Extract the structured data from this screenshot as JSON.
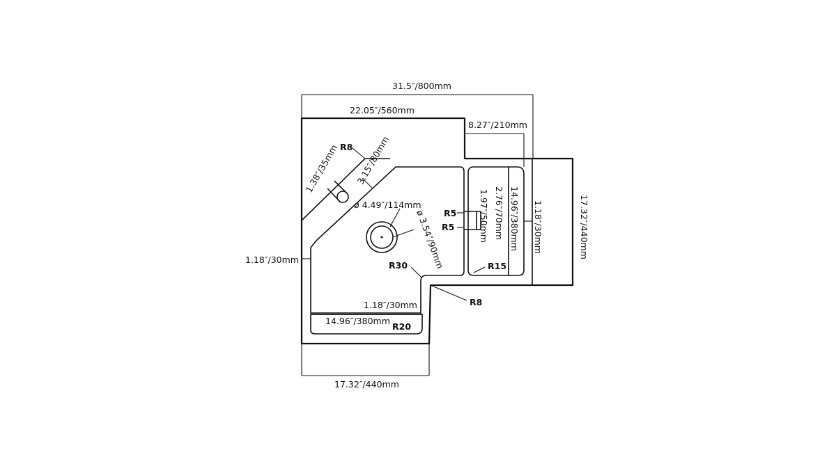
{
  "labels": {
    "overall_width": "31.5″/800mm",
    "left_width": "22.05″/560mm",
    "right_width": "8.27″/210mm",
    "overall_depth": "17.32″/440mm",
    "right_bowl_depth": "14.96″/380mm",
    "right_wall": "1.18″/30mm",
    "bottom_width": "17.32″/440mm",
    "left_wall": "1.18″/30mm",
    "wing_depth": "1.18″/30mm",
    "wing_length": "14.96″/380mm",
    "drain_outer": "ø 4.49″/114mm",
    "drain_inner": "ø 3.54″/90mm",
    "faucet_hole": "1.38″/35mm",
    "deck_width": "3.15″/80mm",
    "notch_depth": "2.76″/70mm",
    "notch_width": "1.97″/50mm",
    "radius_r8_top": "R8",
    "radius_r8_bottom": "R8",
    "radius_r5_upper": "R5",
    "radius_r5_lower": "R5",
    "radius_r30": "R30",
    "radius_r15": "R15",
    "radius_r20": "R20"
  }
}
